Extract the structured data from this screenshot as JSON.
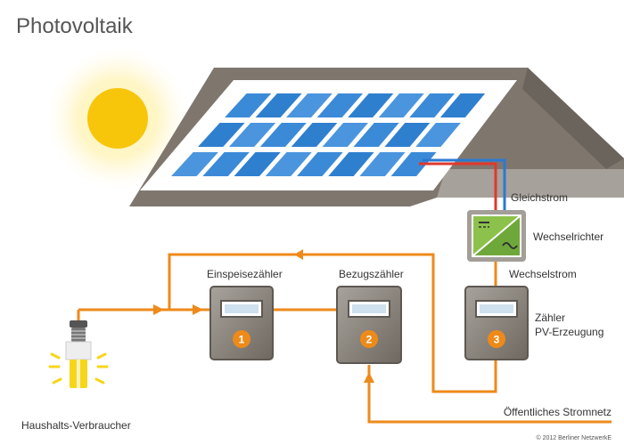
{
  "title": "Photovoltaik",
  "labels": {
    "gleichstrom": "Gleichstrom",
    "wechselrichter": "Wechselrichter",
    "wechselstrom": "Wechselstrom",
    "einspeisezaehler": "Einspeisezähler",
    "bezugszaehler": "Bezugszähler",
    "zaehler_line1": "Zähler",
    "zaehler_line2": "PV-Erzeugung",
    "haushalt": "Haushalts-Verbraucher",
    "netz": "Öffentliches Stromnetz",
    "copyright": "© 2012 Berliner NetzwerkE"
  },
  "meters": {
    "m1": "1",
    "m2": "2",
    "m3": "3"
  },
  "colors": {
    "orange": "#ee8a1a",
    "roof": "#7f776e",
    "panel": "#2f7fcf",
    "sun": "#f7c60a",
    "dc_red": "#e0382e",
    "dc_blue": "#2a7ad3",
    "inverter": "#8cc14c"
  }
}
